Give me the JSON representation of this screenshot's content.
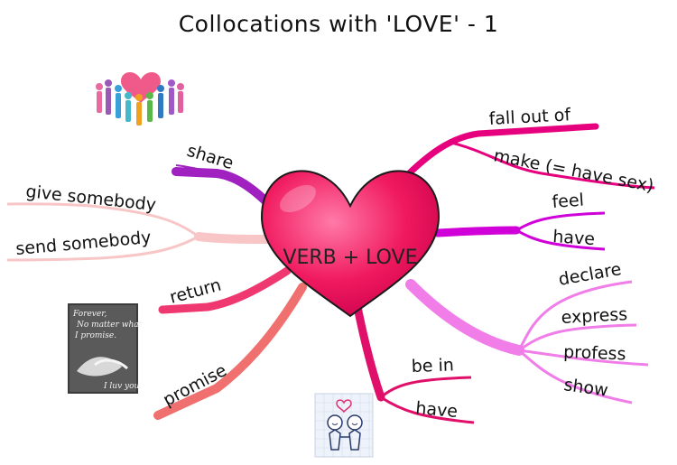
{
  "title": "Collocations with 'LOVE' - 1",
  "center": {
    "label": "VERB + LOVE",
    "color": "#f0195f"
  },
  "branches": {
    "share": "share",
    "give_somebody": "give somebody",
    "send_somebody": "send somebody",
    "return": "return",
    "promise": "promise",
    "fall_out_of": "fall out of",
    "make": "make (= have sex)",
    "feel": "feel",
    "have_right": "have",
    "declare": "declare",
    "express": "express",
    "profess": "profess",
    "show": "show",
    "be_in": "be in",
    "have_bottom": "have"
  },
  "photo_text": {
    "line1": "Forever,",
    "line2": "No matter what",
    "line3": "I promise.",
    "line4": "I luv you."
  },
  "colors": {
    "magenta": "#e6007e",
    "purple": "#a020c0",
    "pale_pink": "#f8c6c6",
    "red_pink": "#f03870",
    "salmon": "#f07070",
    "violet": "#d000d8",
    "light_pink": "#f07de8",
    "deep_pink": "#e0106a"
  }
}
